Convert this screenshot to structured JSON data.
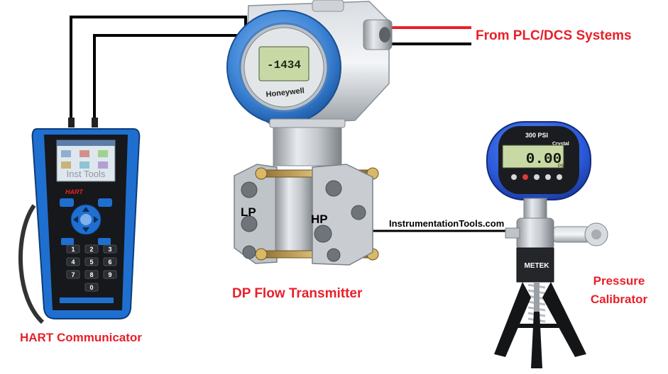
{
  "labels": {
    "plc_source": "From PLC/DCS Systems",
    "transmitter": "DP Flow Transmitter",
    "communicator": "HART Communicator",
    "calibrator_line1": "Pressure",
    "calibrator_line2": "Calibrator",
    "website": "InstrumentationTools.com",
    "low_pressure_port": "LP",
    "high_pressure_port": "HP"
  },
  "device_text": {
    "transmitter_brand": "Honeywell",
    "transmitter_reading": "-1434",
    "communicator_watermark": "Inst Tools",
    "communicator_brand": "HART",
    "calibrator_range": "300 PSI",
    "calibrator_reading": "0.00",
    "calibrator_unit": "PSI",
    "calibrator_brand": "Crystal",
    "pump_brand": "METEK"
  },
  "keypad": [
    "1",
    "2",
    "3",
    "4",
    "5",
    "6",
    "7",
    "8",
    "9",
    "0"
  ],
  "colors": {
    "label_red": "#e8202a",
    "signal_wire_red": "#e8202a",
    "wire_black": "#000000",
    "transmitter_blue": "#3f86d8",
    "calibrator_blue": "#2a58d8",
    "communicator_blue": "#1f6fd0",
    "lcd_green": "#c8d9a6"
  }
}
